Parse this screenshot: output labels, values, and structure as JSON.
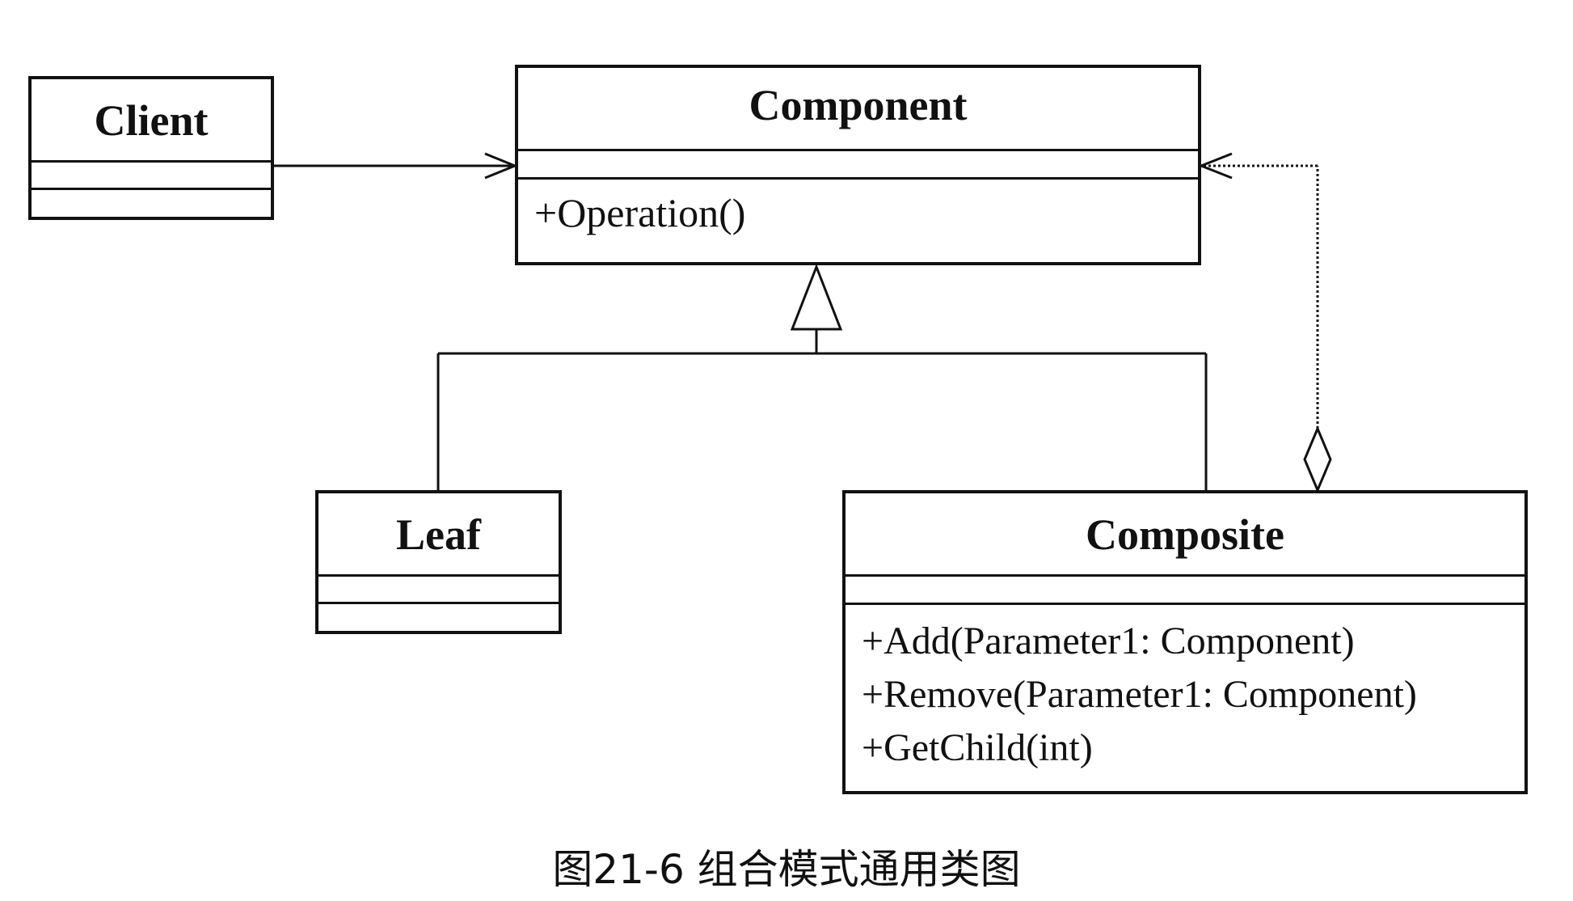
{
  "classes": {
    "client": {
      "name": "Client"
    },
    "component": {
      "name": "Component",
      "operations": [
        "+Operation()"
      ]
    },
    "leaf": {
      "name": "Leaf"
    },
    "composite": {
      "name": "Composite",
      "operations": [
        "+Add(Parameter1: Component)",
        "+Remove(Parameter1: Component)",
        "+GetChild(int)"
      ]
    }
  },
  "caption": "图21-6 组合模式通用类图"
}
